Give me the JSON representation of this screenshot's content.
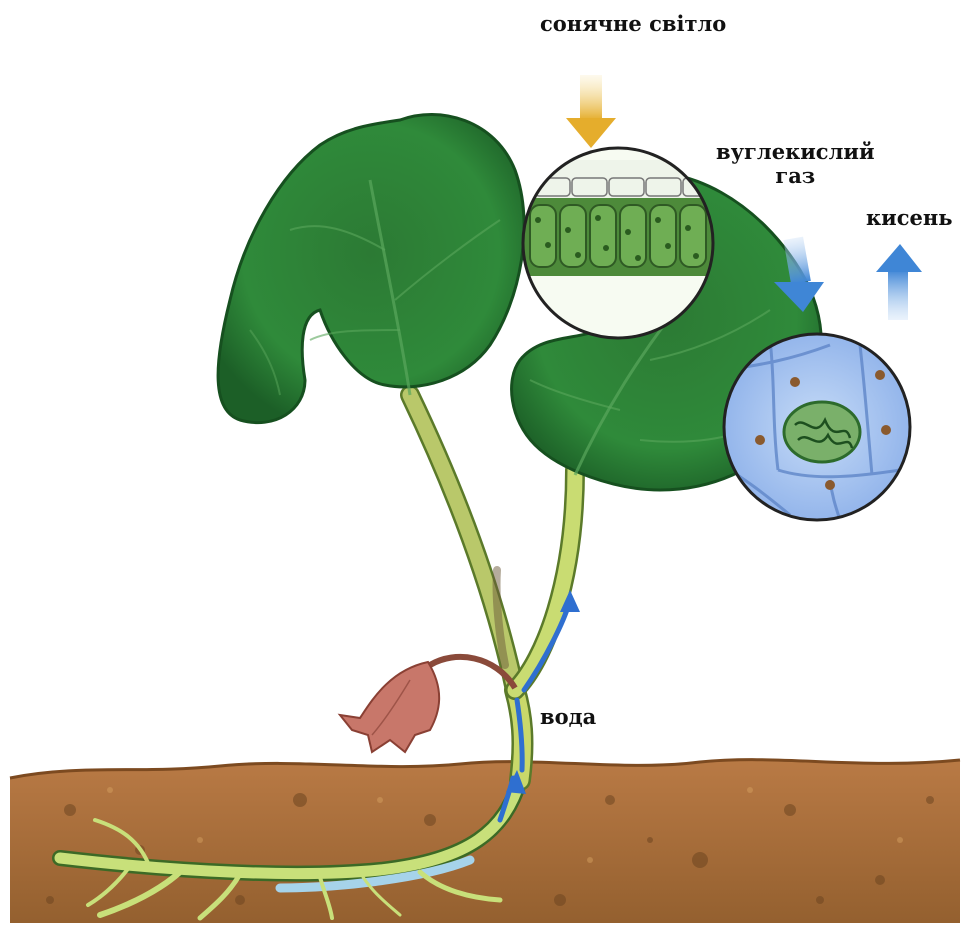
{
  "labels": {
    "sunlight": "сонячне світло",
    "co2_line1": "вуглекислий",
    "co2_line2": "газ",
    "oxygen": "кисень",
    "water": "вода"
  },
  "colors": {
    "sunlight_arrow": "#e8b437",
    "gas_arrow": "#4a8fd8",
    "water_arrow": "#2f6fd0",
    "leaf_dark": "#1f6b2c",
    "leaf_light": "#3e9b47",
    "stem": "#c9d86a",
    "soil": "#a36b3c",
    "flower": "#c8776a",
    "cell_blue": "#a9c6f2"
  }
}
